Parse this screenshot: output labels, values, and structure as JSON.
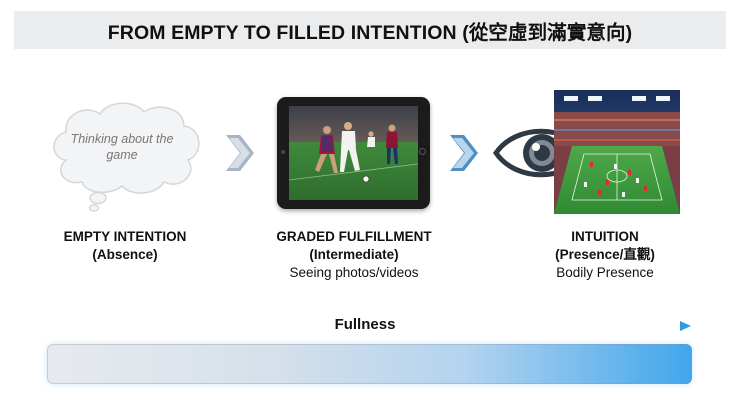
{
  "title": "FROM EMPTY TO FILLED INTENTION (從空虛到滿實意向)",
  "stages": [
    {
      "heading": "EMPTY INTENTION",
      "subheading": "(Absence)",
      "caption": "",
      "visual": "thought-cloud",
      "cloud_text": "Thinking about the game"
    },
    {
      "heading": "GRADED FULFILLMENT",
      "subheading": "(Intermediate)",
      "caption": "Seeing photos/videos",
      "visual": "tablet-with-soccer-photo"
    },
    {
      "heading": "INTUITION",
      "subheading": "(Presence/直觀)",
      "caption": "Bodily Presence",
      "visual": "eye-and-stadium"
    }
  ],
  "connectors": [
    "chevron-right-icon",
    "chevron-right-icon"
  ],
  "fullness_axis": {
    "label": "Fullness",
    "gradient_start": "#e7eaee",
    "gradient_end": "#41a6ec"
  },
  "colors": {
    "title_bg": "#ebeced",
    "chevron": "#a7b4c1",
    "accent_blue": "#2e9be0"
  }
}
